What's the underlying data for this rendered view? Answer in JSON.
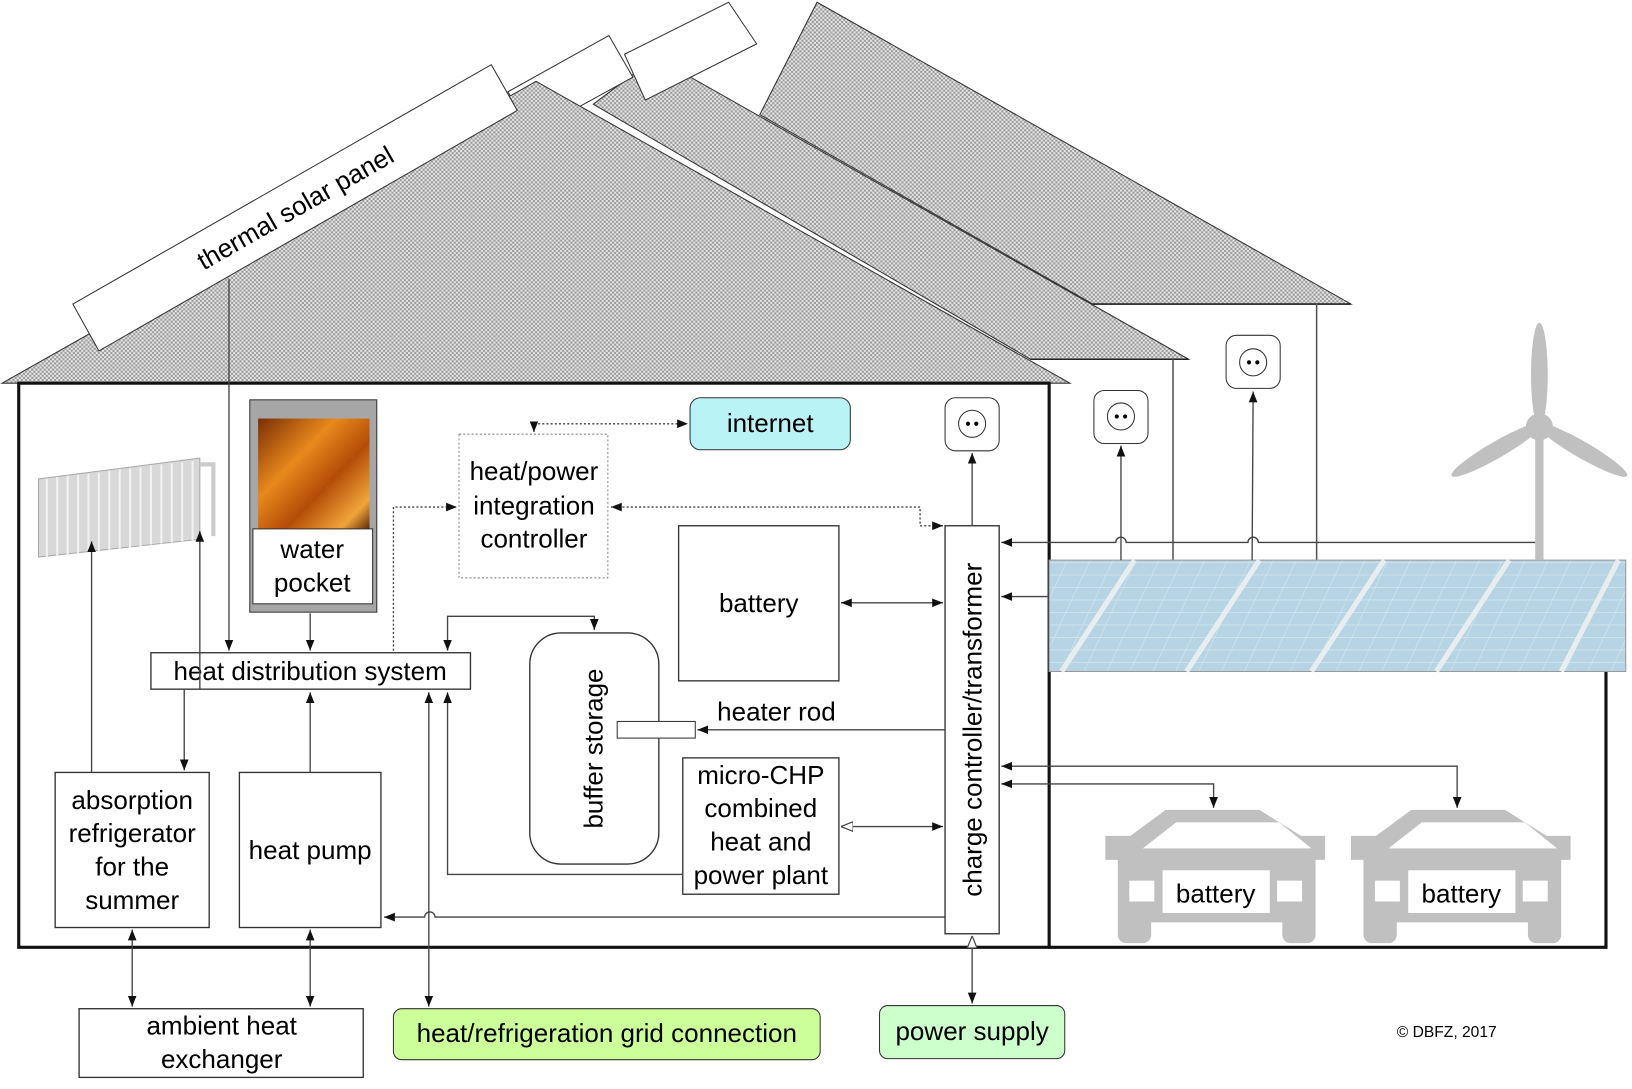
{
  "labels": {
    "thermal_solar_panel": "thermal solar panel",
    "internet": "internet",
    "controller": [
      "heat/power",
      "integration",
      "controller"
    ],
    "battery_home": "battery",
    "water_pocket": [
      "water",
      "pocket"
    ],
    "heat_distribution": "heat distribution system",
    "buffer_storage": "buffer storage",
    "heater_rod": "heater rod",
    "micro_chp": [
      "micro-CHP",
      "combined",
      "heat and",
      "power plant"
    ],
    "absorption": [
      "absorption",
      "refrigerator",
      "for the",
      "summer"
    ],
    "heat_pump": "heat pump",
    "charge_controller": "charge controller/transformer",
    "ambient": [
      "ambient heat",
      "exchanger"
    ],
    "grid_connection": "heat/refrigeration grid connection",
    "power_supply": "power supply",
    "car_battery_1": "battery",
    "car_battery_2": "battery",
    "copyright": "© DBFZ, 2017"
  },
  "colors": {
    "internet": "#b9f3f6",
    "grid_connection": "#ccff99",
    "power_supply": "#ccffcc",
    "icons_gray": "#c0c0c0",
    "pv_panel": "#b3d3e3"
  },
  "icons": [
    "radiator-icon",
    "fire-icon",
    "power-socket-icon",
    "wind-turbine-icon",
    "pv-panel-icon",
    "car-icon"
  ]
}
